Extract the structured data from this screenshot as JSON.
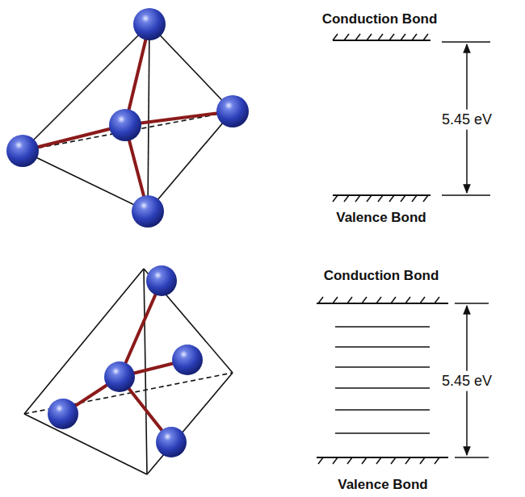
{
  "diagram": {
    "labels": [
      "Conduction Bond",
      "5.45 eV",
      "Valence Bond",
      "Conduction Bond",
      "5.45 eV",
      "Valence Bond"
    ]
  }
}
